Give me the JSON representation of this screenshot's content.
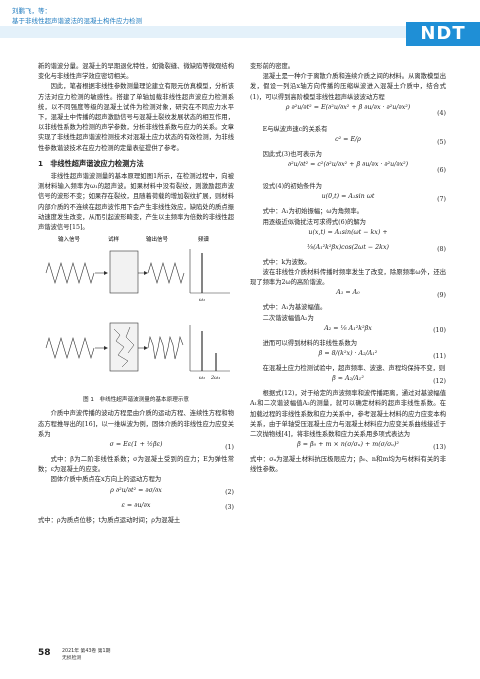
{
  "header": {
    "authors": "刘鹏飞，等：",
    "title": "基于非线性超声谐波法的混凝土构件应力检测",
    "logo": "NDT"
  },
  "left": {
    "p1": "新的谐波分量。混凝土的早期退化特性，如微裂缝、微缺陷等微观结构变化与非线性声学效应密切相关。",
    "p2": "因此，笔者根据非线性参数测量理论建立有限元仿真模型，分析该方法对应力检测的敏感性。搭建了单轴加载非线性超声波应力检测系统，以不同强度等级的混凝土试件为检测对象，研究在不同应力水平下，混凝土中传播的超声激励信号与混凝土裂纹发展状态的相互作用，以非线性系数为检测的声学参数，分析非线性系数与应力的关系。文章实现了非线性超声谐波检测技术对混凝土应力状态的有效检测，为非线性参数谐波技术在应力检测的定量表征提供了参考。",
    "section": "1　非线性超声谐波应力检测方法",
    "p3": "非线性超声谐波测量的基本原理如图1所示，在检测过程中，向被测材料输入频率为ω₁的超声波。如果材料中没有裂纹，则激励超声波信号的波形不变；如果存在裂纹，且随着荷载的增加裂纹扩展，则材料内部介质的不连续在超声波作用下会产生非线性效应，缺陷处的质点振动速度发生改变，从而引起波形畸变，产生以主频率为倍数的非线性超声谐波信号[15]。",
    "fig_labels": {
      "input": "输入信号",
      "sample": "试样",
      "output": "输出信号",
      "spectrum": "频谱",
      "w1": "ω₁",
      "w1b": "ω₁",
      "w2": "2ω₁"
    },
    "figcap": "图 1　非线性超声谐波测量的基本原理示意",
    "p4": "介质中声波传播的波动方程是由介质的运动方程、连续性方程和物态方程推导出的[16]，以一维纵波为例，固体介质的非线性应力应变关系为",
    "eq1": "σ = Eε(1 + ½βε)",
    "eq1n": "(1)",
    "p5": "式中：β为二阶非线性系数；σ为混凝土受到的应力；E为弹性常数；ε为混凝土的应变。",
    "p6": "固体介质中质点在x方向上的运动方程为",
    "eq2": "ρ ∂²u/∂t² = ∂σ/∂x",
    "eq2n": "(2)",
    "eq3": "ε = ∂u/∂x",
    "eq3n": "(3)",
    "p7": "式中：ρ为质点位移；t为质点运动时间；ρ为混凝土"
  },
  "right": {
    "p1": "变形前的密度。",
    "p2": "混凝土是一种介于离散介质和连续介质之间的材料。从离散模型出发，假设一列沿x轴方向传播的压缩纵波进入混凝土介质中，结合式(1)，可以得到高阶模型非线性超声纵波波动方程",
    "eq4": "ρ ∂²u/∂t² = E(∂²u/∂x² + β ∂u/∂x · ∂²u/∂x²)",
    "eq4n": "(4)",
    "p3": "E与纵波声速c的关系有",
    "eq5": "c² = E/ρ",
    "eq5n": "(5)",
    "p4": "因此式(3)也可表示为",
    "eq6": "∂²u/∂t² = c²(∂²u/∂x² + β ∂u/∂x · ∂²u/∂x²)",
    "eq6n": "(6)",
    "p5": "设式(4)的初始条件为",
    "eq7": "u(0,t) = A₁sin ωt",
    "eq7n": "(7)",
    "p6": "式中：A₁为初始振幅；ω为角频率。",
    "p7": "用逐级近似微扰法可求得式(6)的解为",
    "eq8a": "u(x,t) = A₁sin(ωt − kx) +",
    "eq8b": "⅛(A₁²k²βx)cos(2ωt − 2kx)",
    "eq8n": "(8)",
    "p8": "式中：k为波数。",
    "p9": "波在非线性介质材料传播时频率发生了改变，除原频率ω外，还出现了频率为2ω的高阶谐波。",
    "eq9": "A₁ = A₀",
    "eq9n": "(9)",
    "p10": "式中：A₁为基波幅值。",
    "p11": "二次谐波幅值A₂为",
    "eq10": "A₂ = ⅛ A₁²k²βx",
    "eq10n": "(10)",
    "p12": "进而可以得到材料的非线性系数为",
    "eq11": "β = 8/(k²x) · A₂/A₁²",
    "eq11n": "(11)",
    "p13": "在混凝土应力检测试验中，超声频率、波速、声程均保持不变，则",
    "eq12": "β ≈ A₂/A₁²",
    "eq12n": "(12)",
    "p14": "根据式(12)，对于给定的声波频率和波传播距离，通过对基波幅值A₁和二次谐波幅值A₂的测量，就可以确定材料的超声非线性系数。在加载过程的非线性系数和应力关系中，参考混凝土材料的应力应变本构关系，由于单轴受压混凝土应力与混凝土材料应力应变关系曲线接近于二次抛物线[4]，将非线性系数和应力关系用多项式表达为",
    "eq13": "β = β₀ + m × n(σ/σᵤ) + m(σ/σᵤ)²",
    "eq13n": "(13)",
    "p15": "式中：σᵤ为混凝土材料抗压极限应力；β₀、n和m均为与材料有关的非线性参数。"
  },
  "footer": {
    "page": "58",
    "journal1": "2021年 第43卷 第1期",
    "journal2": "无损检测"
  }
}
